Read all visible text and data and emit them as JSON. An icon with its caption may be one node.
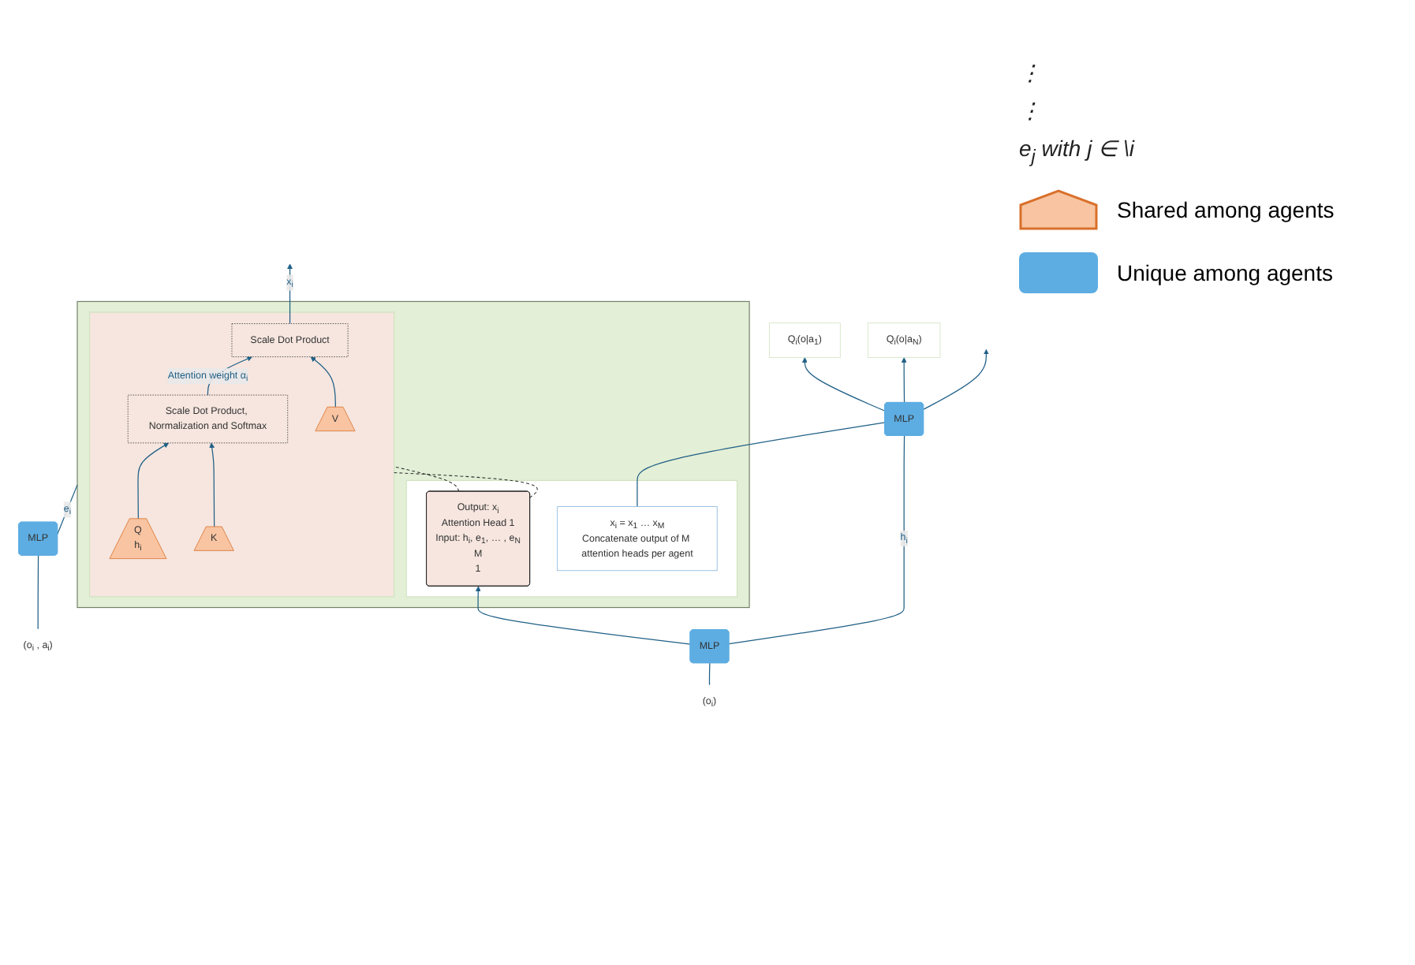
{
  "diagram": {
    "nodes": [
      {
        "text": [],
        "shape": "box"
      },
      {
        "text": [],
        "shape": "box",
        "in": 0
      },
      {
        "text": [
          "x$_{i}$ = x$_{1}$ … x$_{M}$",
          "Concatenate output of M attention heads per agent"
        ],
        "in": 1
      },
      {
        "text": [
          "Output: x$_{i}$",
          "Attention Head 1",
          "Input: h$_{i}$, e$_{1}$, … , e$_{N}$",
          "M",
          "1"
        ],
        "in": 1
      },
      {
        "text": [],
        "shape": "box",
        "in": 0
      },
      {
        "text": [
          "Scale Dot Product, Normalization and Softmax"
        ],
        "in": 4
      },
      {
        "text": [
          "Scale Dot Product"
        ],
        "in": 4
      },
      {
        "text": [
          "Q",
          "h$_{i}$"
        ],
        "in": 4
      },
      {
        "text": [
          "K"
        ],
        "in": 4
      },
      {
        "text": [
          "V"
        ],
        "in": 4
      },
      {
        "text": [
          "MLP"
        ]
      },
      {
        "text": [
          "Q$_{i}$(o|a$_{1}$)"
        ]
      },
      {
        "text": [
          "Q$_{i}$(o|a$_{N}$)"
        ]
      },
      {
        "text": [
          "MLP"
        ]
      },
      {
        "text": [
          "MLP"
        ]
      },
      {
        "text": [
          "(o$_{i}$)"
        ]
      },
      {
        "text": [
          "(o$_{i}$ , a$_{i}$)"
        ]
      }
    ],
    "edges": [
      {
        "from": 7,
        "to": 5,
        "arrow": "to"
      },
      {
        "from": 8,
        "to": 5,
        "arrow": "to"
      },
      {
        "from": 5,
        "to": 6,
        "arrow": "to",
        "label": "Attention weight α$_{i}$"
      },
      {
        "from": 9,
        "to": 6,
        "arrow": "to"
      },
      {
        "from": 6,
        "to": null,
        "arrow": "to",
        "label": "x$_{i}$"
      },
      {
        "from": 3,
        "to": 4,
        "arrow": "none",
        "style": "dashed",
        "color": "#333333"
      },
      {
        "from": 3,
        "to": 4,
        "arrow": "none",
        "style": "dashed",
        "color": "#333333"
      },
      {
        "from": 2,
        "to": 10,
        "arrow": "none"
      },
      {
        "from": 10,
        "to": 11,
        "arrow": "to"
      },
      {
        "from": 10,
        "to": null,
        "arrow": "to"
      },
      {
        "from": 10,
        "to": 12,
        "arrow": "to"
      },
      {
        "from": 15,
        "to": 13,
        "arrow": "none"
      },
      {
        "from": 16,
        "to": 14,
        "arrow": "none"
      },
      {
        "from": 13,
        "to": 10,
        "arrow": "none",
        "label": "h$_{i}$"
      },
      {
        "from": 13,
        "to": 3,
        "arrow": "to"
      },
      {
        "from": 14,
        "to": 0,
        "arrow": "none",
        "label": "e$_{i}$"
      }
    ],
    "labels": [
      "⋮",
      "⋮",
      "e$_{j}$ with j ∈ \\i"
    ],
    "legend": [
      {
        "text": "Shared among agents"
      },
      {
        "text": "Unique among agents",
        "color": "#5dade2"
      }
    ]
  }
}
